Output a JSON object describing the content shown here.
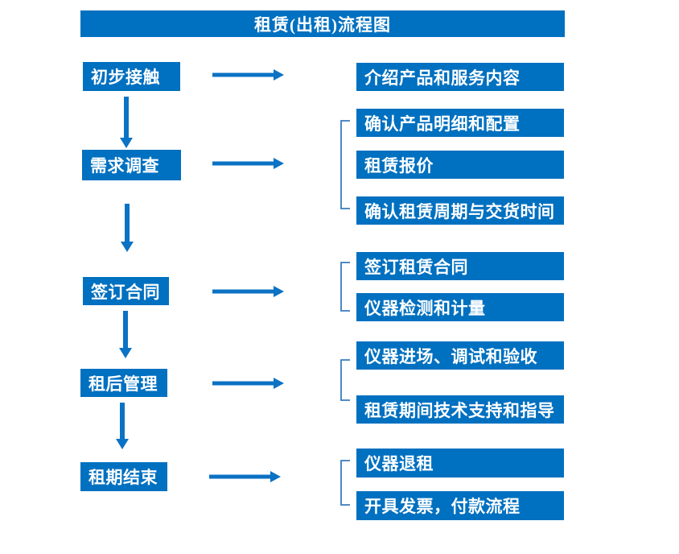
{
  "title": "租赁(出租)流程图",
  "colors": {
    "box_blue": "#0070C0",
    "arrow_blue": "#0b72c4",
    "bracket_blue": "#3a7bbf",
    "text_white": "#ffffff"
  },
  "flow": {
    "steps": [
      {
        "label": "初步接触",
        "outputs": [
          "介绍产品和服务内容"
        ]
      },
      {
        "label": "需求调查",
        "outputs": [
          "确认产品明细和配置",
          "租赁报价",
          "确认租赁周期与交货时间"
        ]
      },
      {
        "label": "签订合同",
        "outputs": [
          "签订租赁合同",
          "仪器检测和计量"
        ]
      },
      {
        "label": "租后管理",
        "outputs": [
          "仪器进场、调试和验收",
          "租赁期间技术支持和指导"
        ]
      },
      {
        "label": "租期结束",
        "outputs": [
          "仪器退租",
          "开具发票，付款流程"
        ]
      }
    ]
  }
}
